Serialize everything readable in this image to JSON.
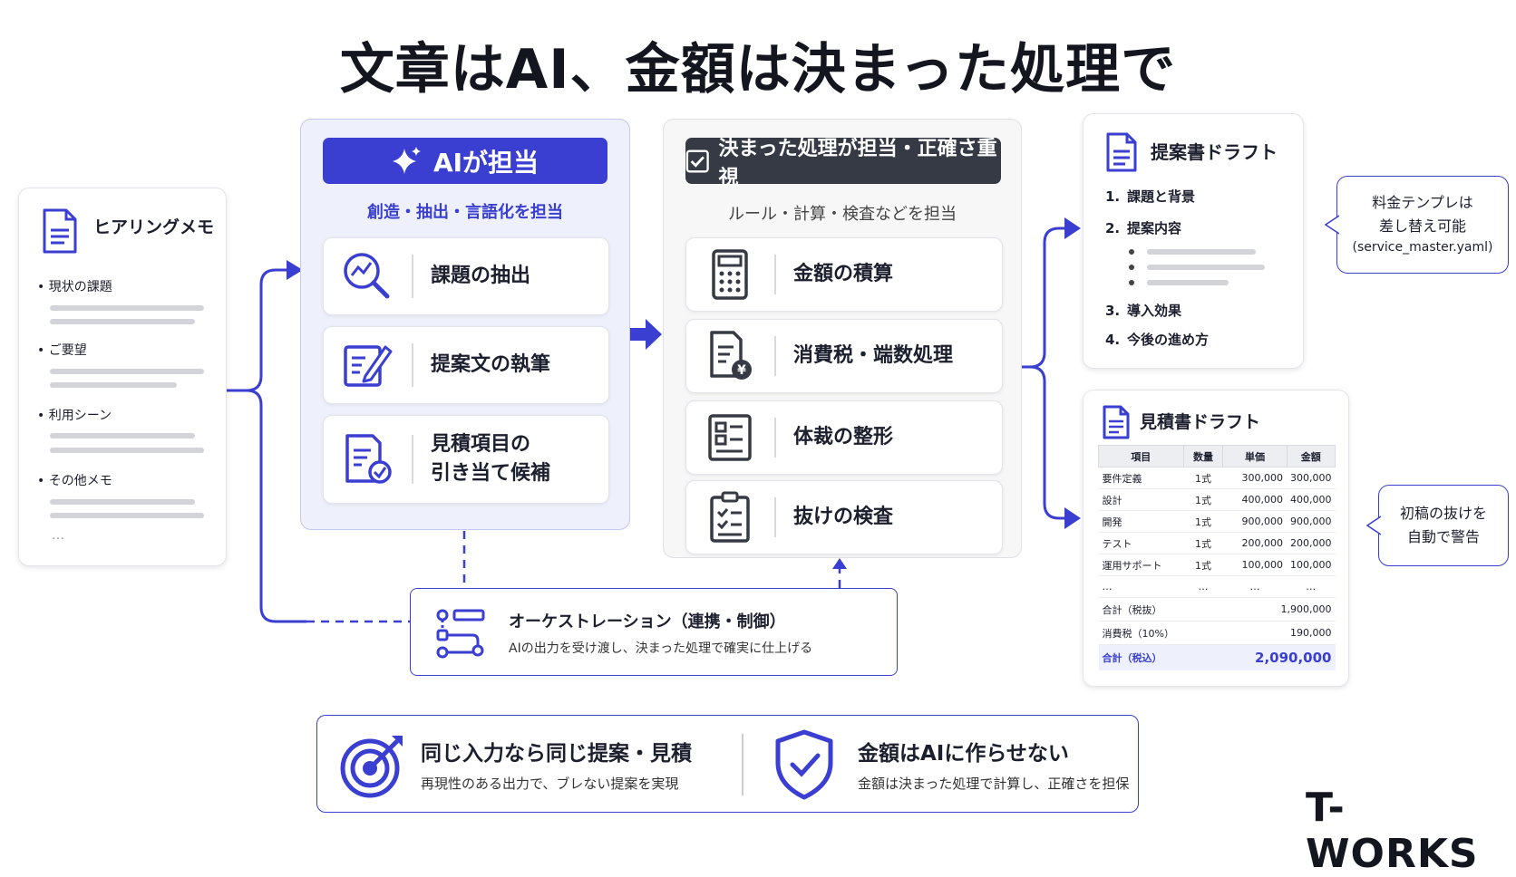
{
  "title": "文章はAI、金額は決まった処理で",
  "hearing_memo": {
    "title": "ヒアリングメモ",
    "items": [
      "• 現状の課題",
      "• ご要望",
      "• 利用シーン",
      "• その他メモ"
    ],
    "ellipsis": "…"
  },
  "ai_panel": {
    "header": "AIが担当",
    "subtitle": "創造・抽出・言語化を担当",
    "cards": [
      {
        "label": "課題の抽出",
        "icon": "magnifier-chart-icon"
      },
      {
        "label": "提案文の執筆",
        "icon": "edit-document-icon"
      },
      {
        "label": "見積項目の\n引き当て候補",
        "icon": "checklist-document-icon"
      }
    ]
  },
  "rule_panel": {
    "header": "決まった処理が担当・正確さ重視",
    "subtitle": "ルール・計算・検査などを担当",
    "cards": [
      {
        "label": "金額の積算",
        "icon": "calculator-icon"
      },
      {
        "label": "消費税・端数処理",
        "icon": "yen-document-icon"
      },
      {
        "label": "体裁の整形",
        "icon": "layout-icon"
      },
      {
        "label": "抜けの検査",
        "icon": "clipboard-check-icon"
      }
    ]
  },
  "proposal_draft": {
    "title": "提案書ドラフト",
    "items": [
      {
        "num": "1.",
        "text": "課題と背景"
      },
      {
        "num": "2.",
        "text": "提案内容"
      },
      {
        "num": "3.",
        "text": "導入効果"
      },
      {
        "num": "4.",
        "text": "今後の進め方"
      }
    ]
  },
  "callout_template": {
    "line1": "料金テンプレは",
    "line2": "差し替え可能",
    "line3": "(service_master.yaml)"
  },
  "estimate_draft": {
    "title": "見積書ドラフト",
    "headers": [
      "項目",
      "数量",
      "単価",
      "金額"
    ],
    "rows": [
      [
        "要件定義",
        "1式",
        "300,000",
        "300,000"
      ],
      [
        "設計",
        "1式",
        "400,000",
        "400,000"
      ],
      [
        "開発",
        "1式",
        "900,000",
        "900,000"
      ],
      [
        "テスト",
        "1式",
        "200,000",
        "200,000"
      ],
      [
        "運用サポート",
        "1式",
        "100,000",
        "100,000"
      ],
      [
        "…",
        "…",
        "…",
        "…"
      ]
    ],
    "subtotal_label": "合計（税抜）",
    "subtotal_value": "1,900,000",
    "tax_label": "消費税（10%）",
    "tax_value": "190,000",
    "total_label": "合計（税込）",
    "total_value": "2,090,000"
  },
  "callout_warning": {
    "line1": "初稿の抜けを",
    "line2": "自動で警告"
  },
  "orchestration": {
    "title": "オーケストレーション（連携・制御）",
    "description": "AIの出力を受け渡し、決まった処理で確実に仕上げる"
  },
  "benefits": [
    {
      "title": "同じ入力なら同じ提案・見積",
      "description": "再現性のある出力で、ブレない提案を実現",
      "icon": "target-icon"
    },
    {
      "title": "金額はAIに作らせない",
      "description": "金額は決まった処理で計算し、正確さを担保",
      "icon": "shield-check-icon"
    }
  ],
  "brand": "T-WORKS",
  "colors": {
    "accent": "#3a3fd1",
    "dark_header": "#363a44",
    "ai_panel_bg": "#eef0fb"
  }
}
